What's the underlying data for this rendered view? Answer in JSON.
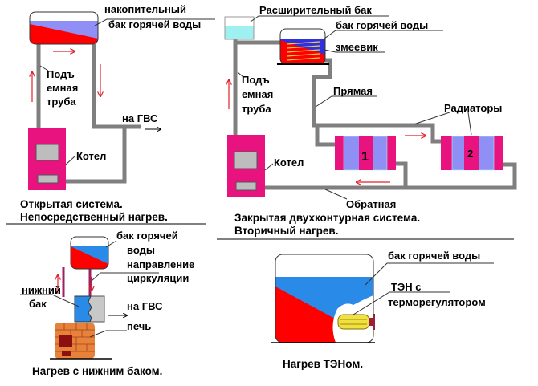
{
  "colors": {
    "hot": "#ff0000",
    "cold": "#3a62f0",
    "boiler": "#e8137f",
    "pipe": "#7f7f7f",
    "expansion": "#9ff0f0",
    "brick": "#e8823a",
    "radiator_blue": "#8f8ff5"
  },
  "open_system": {
    "tank_label_1": "накопительный",
    "tank_label_2": "бак горячей воды",
    "riser_1": "Подъ",
    "riser_2": "емная",
    "riser_3": "труба",
    "dhw": "на ГВС",
    "boiler": "Котел",
    "caption_1": "Открытая система.",
    "caption_2": "Непосредственный нагрев."
  },
  "closed_system": {
    "expansion": "Расширительный бак",
    "tank": "бак горячей воды",
    "coil": "змеевик",
    "riser_1": "Подъ",
    "riser_2": "емная",
    "riser_3": "труба",
    "supply": "Прямая",
    "radiators": "Радиаторы",
    "rad1": "1",
    "rad2": "2",
    "boiler": "Котел",
    "return": "Обратная",
    "caption_1": "Закрытая двухконтурная система.",
    "caption_2": "Вторичный нагрев."
  },
  "lower_tank": {
    "tank_1": "бак горячей",
    "tank_2": "воды",
    "dir_1": "направление",
    "dir_2": "циркуляции",
    "lower_1": "нижний",
    "lower_2": "бак",
    "dhw": "на ГВС",
    "stove": "печь",
    "caption": "Нагрев с нижним баком."
  },
  "heater": {
    "tank": "бак горячей воды",
    "ten_1": "ТЭН с",
    "ten_2": "терморегулятором",
    "caption": "Нагрев ТЭНом."
  }
}
